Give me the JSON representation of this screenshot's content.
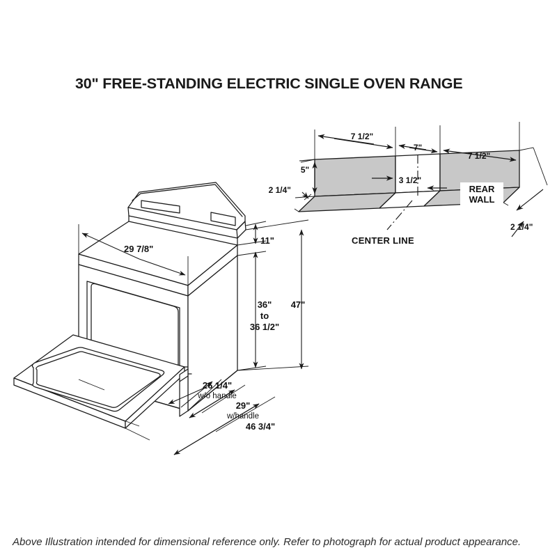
{
  "page": {
    "title": "30\" FREE-STANDING ELECTRIC SINGLE OVEN RANGE",
    "footer": "Above Illustration intended for dimensional reference only. Refer to photograph for actual product appearance."
  },
  "colors": {
    "line": "#1a1a1a",
    "panel_fill": "#c8c8c8",
    "background": "#ffffff",
    "text": "#111111"
  },
  "range_drawing": {
    "name": "free-standing-electric-range-isometric",
    "dimensions": {
      "width": "29 7/8\"",
      "backguard_height": "11\"",
      "cooktop_height_line1": "36\"",
      "cooktop_height_line2": "to",
      "cooktop_height_line3": "36 1/2\"",
      "overall_height": "47\"",
      "depth_no_handle_value": "26 1/4\"",
      "depth_no_handle_note": "w/o handle",
      "depth_with_handle_value": "29\"",
      "depth_with_handle_note": "w/handle",
      "depth_door_open": "46 3/4\""
    }
  },
  "rear_wall_drawing": {
    "name": "rear-wall-cutout-isometric",
    "labels": {
      "rear_wall_line1": "REAR",
      "rear_wall_line2": "WALL",
      "center_line": "CENTER LINE"
    },
    "dimensions": {
      "left_span": "7 1/2\"",
      "center_span": "7\"",
      "right_span": "7 1/2\"",
      "wall_height": "5\"",
      "left_depth": "2 1/4\"",
      "right_depth": "2 1/4\"",
      "ledge_depth": "3 1/2\""
    }
  }
}
